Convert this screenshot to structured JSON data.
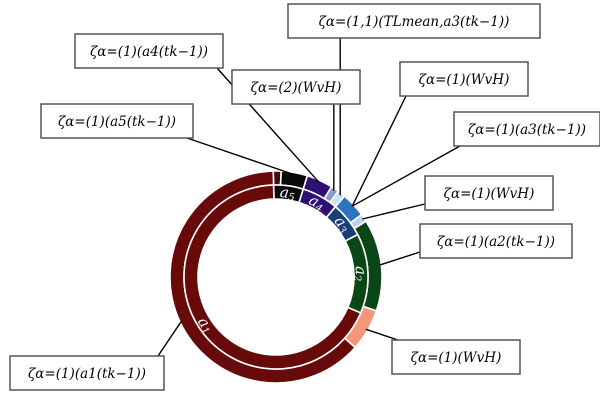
{
  "chart_data": {
    "type": "pie",
    "rings": [
      {
        "name": "outer",
        "segments": [
          {
            "label": "",
            "value": 1.2,
            "color": "#4a0a0a"
          },
          {
            "label": "",
            "value": 4.0,
            "color": "#0a0a0a"
          },
          {
            "label": "",
            "value": 4.0,
            "color": "#2e0f73"
          },
          {
            "label": "",
            "value": 1.2,
            "color": "#8f9bd0"
          },
          {
            "label": "",
            "value": 1.2,
            "color": "#c6e4f7"
          },
          {
            "label": "",
            "value": 3.8,
            "color": "#2e73bd"
          },
          {
            "label": "",
            "value": 1.2,
            "color": "#b9d5ea"
          },
          {
            "label": "",
            "value": 14.0,
            "color": "#0b4716"
          },
          {
            "label": "",
            "value": 6.4,
            "color": "#f5957a"
          },
          {
            "label": "",
            "value": 63.0,
            "color": "#680a0a"
          }
        ]
      },
      {
        "name": "inner",
        "segments": [
          {
            "label": "a5",
            "value": 5.2,
            "color": "#0a0a0a"
          },
          {
            "label": "a4",
            "value": 6.4,
            "color": "#2e0f73"
          },
          {
            "label": "a3",
            "value": 6.2,
            "color": "#1a3e78"
          },
          {
            "label": "a2",
            "value": 14.0,
            "color": "#0b4716"
          },
          {
            "label": "a1",
            "value": 68.2,
            "color": "#680a0a"
          }
        ]
      }
    ],
    "callouts": [
      {
        "id": "a4-outer",
        "text": "ζα=(1)(a4(tk−1))"
      },
      {
        "id": "tlmean",
        "text": "ζα=(1,1)(TLmean,a3(tk−1))"
      },
      {
        "id": "wvh-2",
        "text": "ζα=(2)(WvH)"
      },
      {
        "id": "wvh-1a",
        "text": "ζα=(1)(WvH)"
      },
      {
        "id": "a5-outer",
        "text": "ζα=(1)(a5(tk−1))"
      },
      {
        "id": "a3-outer",
        "text": "ζα=(1)(a3(tk−1))"
      },
      {
        "id": "wvh-1b",
        "text": "ζα=(1)(WvH)"
      },
      {
        "id": "a2-outer",
        "text": "ζα=(1)(a2(tk−1))"
      },
      {
        "id": "wvh-1c",
        "text": "ζα=(1)(WvH)"
      },
      {
        "id": "a1-outer",
        "text": "ζα=(1)(a1(tk−1))"
      }
    ]
  }
}
